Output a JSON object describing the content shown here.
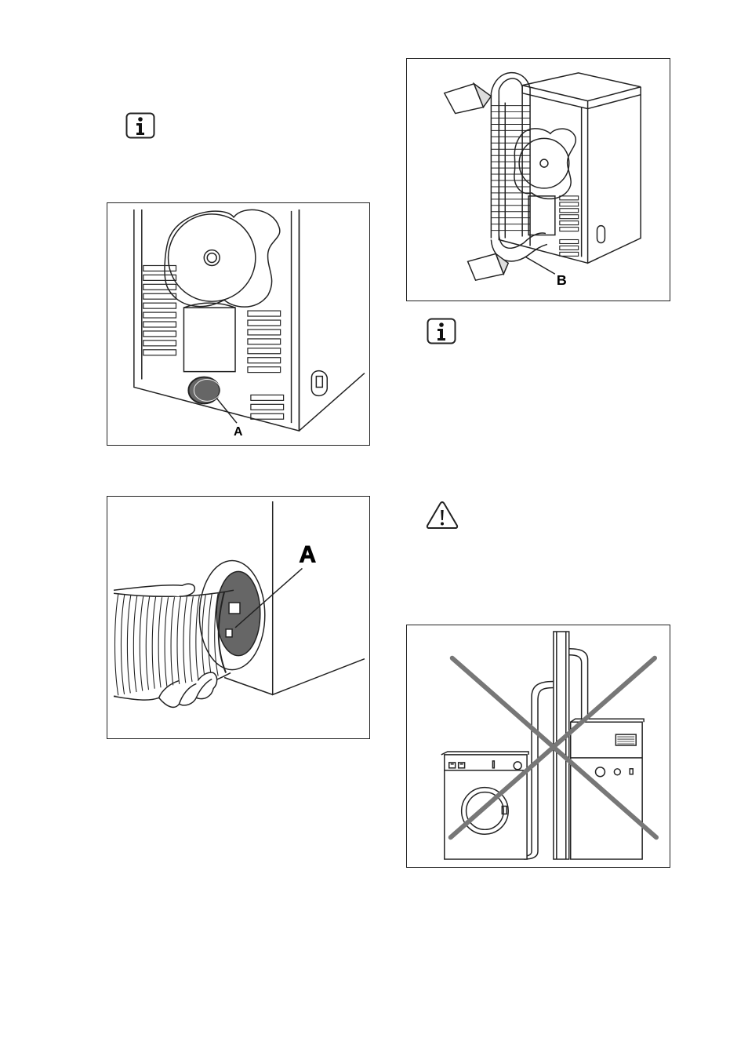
{
  "figures": {
    "dryer_back": {
      "label": "A"
    },
    "hose_attach": {
      "label": "A"
    },
    "hose_routing": {
      "label": "B"
    },
    "wrong_installation": {}
  },
  "icons": {
    "info_1": "info-icon",
    "info_2": "info-icon",
    "warning": "warning-icon"
  },
  "colors": {
    "line": "#222222",
    "fill_dark": "#666666",
    "cross": "#777777"
  }
}
